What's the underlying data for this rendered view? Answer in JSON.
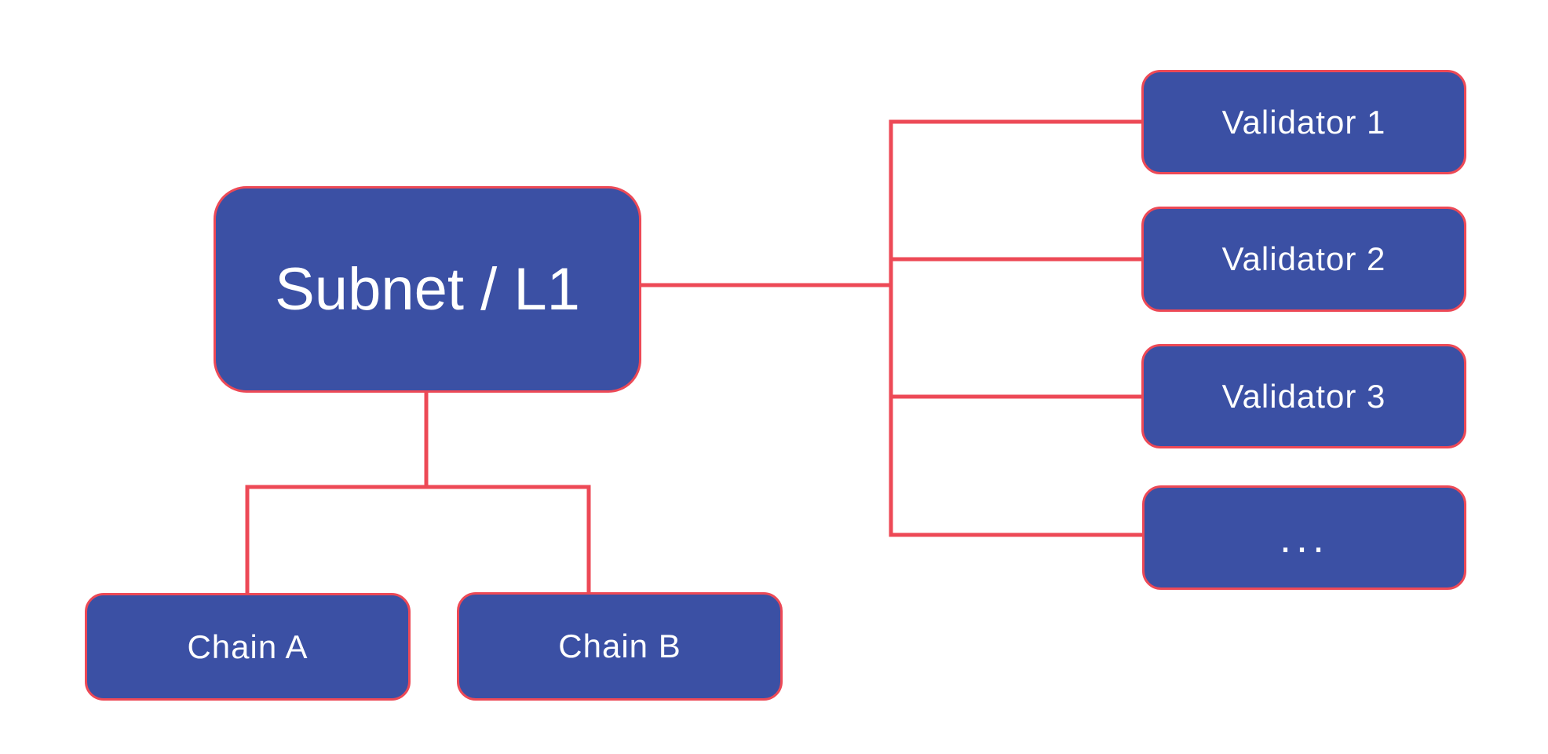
{
  "diagram": {
    "colors": {
      "node_fill": "#3B50A4",
      "line": "#ED4956",
      "text": "#FFFFFF",
      "background": "#FFFFFF"
    },
    "nodes": {
      "subnet": {
        "label": "Subnet / L1"
      },
      "chain_a": {
        "label": "Chain A"
      },
      "chain_b": {
        "label": "Chain B"
      },
      "validator_1": {
        "label": "Validator 1"
      },
      "validator_2": {
        "label": "Validator 2"
      },
      "validator_3": {
        "label": "Validator 3"
      },
      "more": {
        "label": "..."
      }
    },
    "edges": [
      {
        "from": "subnet",
        "to": "validator_1"
      },
      {
        "from": "subnet",
        "to": "validator_2"
      },
      {
        "from": "subnet",
        "to": "validator_3"
      },
      {
        "from": "subnet",
        "to": "more"
      },
      {
        "from": "subnet",
        "to": "chain_a"
      },
      {
        "from": "subnet",
        "to": "chain_b"
      }
    ]
  }
}
